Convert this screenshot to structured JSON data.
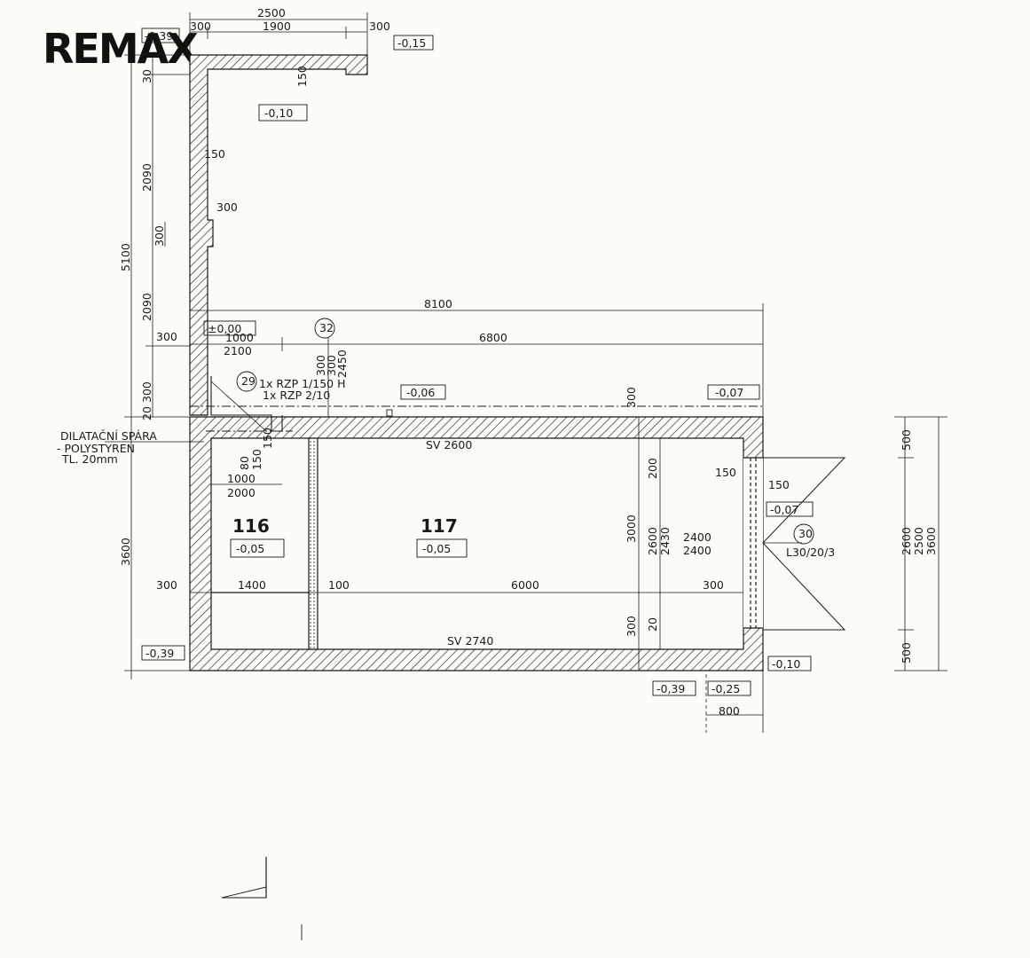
{
  "logo": {
    "text": "REMAX"
  },
  "rooms": [
    {
      "number": "116",
      "level": "-0,05"
    },
    {
      "number": "117",
      "level": "-0,05"
    }
  ],
  "levels": {
    "top_left": "-0,39",
    "top_right": "-0,15",
    "upper_area": "-0,10",
    "zero": "±0,00",
    "corridor": "-0,06",
    "right_top": "-0,07",
    "door_level": "-0,07",
    "bottom_left": "-0,39",
    "bottom_right": "-0,10",
    "bottom_a": "-0,39",
    "bottom_b": "-0,25"
  },
  "dimensions": {
    "top_total": "2500",
    "top_a": "300",
    "top_b": "1900",
    "top_c": "300",
    "wall_150_top": "150",
    "left_30": "30",
    "left_2090_a": "2090",
    "left_5100": "5100",
    "left_300_mid": "300",
    "left_2090_b": "2090",
    "wall_150": "150",
    "wall_300": "300",
    "overall_8100": "8100",
    "d_300_left": "300",
    "d_1000": "1000",
    "d_2100": "2100",
    "d_6800": "6800",
    "v_300a": "300",
    "v_20": "20",
    "v_3600_left": "3600",
    "stack_1": "300",
    "stack_2": "300",
    "stack_3": "2450",
    "sv_2600": "SV 2600",
    "sv_2740": "SV 2740",
    "r_300_top": "300",
    "r_200": "200",
    "r_3000": "3000",
    "r_2600": "2600",
    "r_2430": "2430",
    "r_300_bot": "300",
    "r_20": "20",
    "d_2400a": "2400",
    "d_2400b": "2400",
    "d_150a": "150",
    "d_150b": "150",
    "b_300": "300",
    "b_1400": "1400",
    "b_100": "100",
    "b_6000": "6000",
    "b_300r": "300",
    "small_1000": "1000",
    "small_2000": "2000",
    "small_80": "80",
    "small_150": "150",
    "small_450": "150",
    "b_800": "800",
    "right_500a": "500",
    "right_2600": "2600",
    "right_2500": "2500",
    "right_3600": "3600",
    "right_500b": "500"
  },
  "callouts": {
    "c32": "32",
    "c29": "29",
    "c30": "30",
    "lintel": "L30/20/3",
    "rzp1": "1x RZP 1/150 H",
    "rzp2": "1x RZP 2/10"
  },
  "notes": {
    "joint_1": "DILATAČNÍ SPÁRA",
    "joint_2": "- POLYSTYREN",
    "joint_3": "TL. 20mm"
  }
}
